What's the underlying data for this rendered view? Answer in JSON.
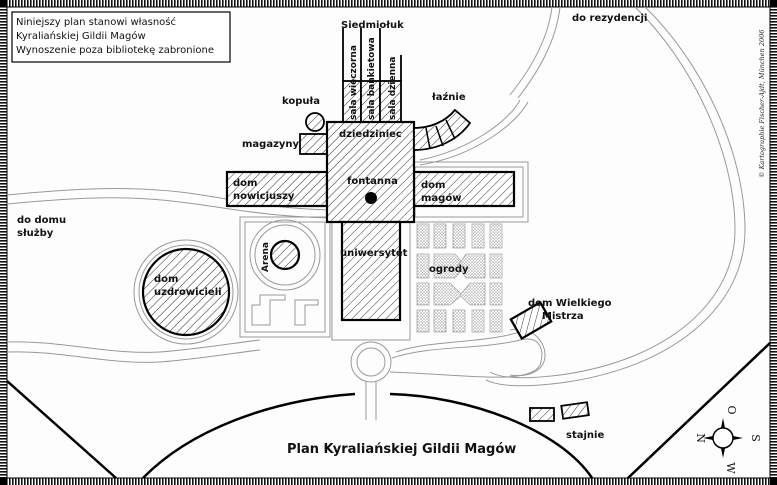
{
  "notice": {
    "lines": [
      "Niniejszy plan stanowi własność",
      "Kyraliańskiej Gildii Magów",
      "Wynoszenie poza bibliotekę zabronione"
    ]
  },
  "title": "Plan Kyraliańskiej Gildii Magów",
  "copyright": "© Kartographie Fischer-Ajdt, München 2006",
  "labels": {
    "siedmioluk": "Siedmiołuk",
    "sala_wieczorna": "sala wieczorna",
    "sala_bankietowa": "sala bankietowa",
    "sala_dzienna": "sala dzienna",
    "kopula": "kopuła",
    "laznie": "łaźnie",
    "magazyny": "magazyny",
    "dziedziniec": "dziedziniec",
    "fontanna": "fontanna",
    "dom_nowicjuszy_1": "dom",
    "dom_nowicjuszy_2": "nowicjuszy",
    "dom_magow_1": "dom",
    "dom_magow_2": "magów",
    "do_rezydencji": "do rezydencji",
    "do_domu_sluzby_1": "do domu",
    "do_domu_sluzby_2": "służby",
    "dom_uzdrowicieli_1": "dom",
    "dom_uzdrowicieli_2": "uzdrowicieli",
    "arena": "Arena",
    "uniwersytet": "uniwersytet",
    "ogrody": "ogrody",
    "dom_mistrza_1": "dom Wielkiego",
    "dom_mistrza_2": "Mistrza",
    "stajnie": "stajnie"
  },
  "compass": {
    "top": "O",
    "right": "S",
    "bottom": "W",
    "left": "N"
  }
}
